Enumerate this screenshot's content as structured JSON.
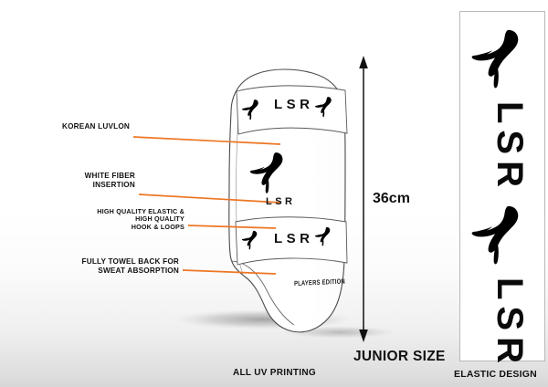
{
  "document": {
    "type": "product-spec-illustration",
    "product_brand": "LSR",
    "product_variant": "PLAYERS EDITION"
  },
  "colors": {
    "leader_line": "#ed7623",
    "outline": "#4a4a4a",
    "text": "#111111",
    "panel_border": "#b9b9b9",
    "background_top": "#ffffff",
    "background_bottom": "#d6d6d6",
    "logo": "#000000"
  },
  "annotations": [
    {
      "id": "korean-luvlon",
      "text": "KOREAN LUVLON"
    },
    {
      "id": "white-fiber",
      "text": "WHITE FIBER\nINSERTION"
    },
    {
      "id": "high-quality",
      "text": "HIGH QUALITY ELASTIC &\nHIGH QUALITY\nHOOK & LOOPS"
    },
    {
      "id": "towel-back",
      "text": "FULLY TOWEL BACK FOR\nSWEAT ABSORPTION"
    }
  ],
  "dimension": {
    "value": "36cm",
    "orientation": "vertical",
    "label": "36cm"
  },
  "captions": {
    "junior_size": "JUNIOR SIZE",
    "all_uv_printing": "ALL UV PRINTING",
    "elastic_design": "ELASTIC DESIGN"
  },
  "pad": {
    "top_strap_text": "LSR",
    "center_brand_text": "LSR",
    "lower_strap_text": "LSR",
    "players_edition": "PLAYERS EDITION",
    "logo_name": "bird-swoosh-logo"
  },
  "elastic_panel": {
    "strap_text_top": "LSR",
    "strap_text_bottom": "LSR",
    "logo_name": "bird-swoosh-logo",
    "caption": "ELASTIC DESIGN"
  }
}
